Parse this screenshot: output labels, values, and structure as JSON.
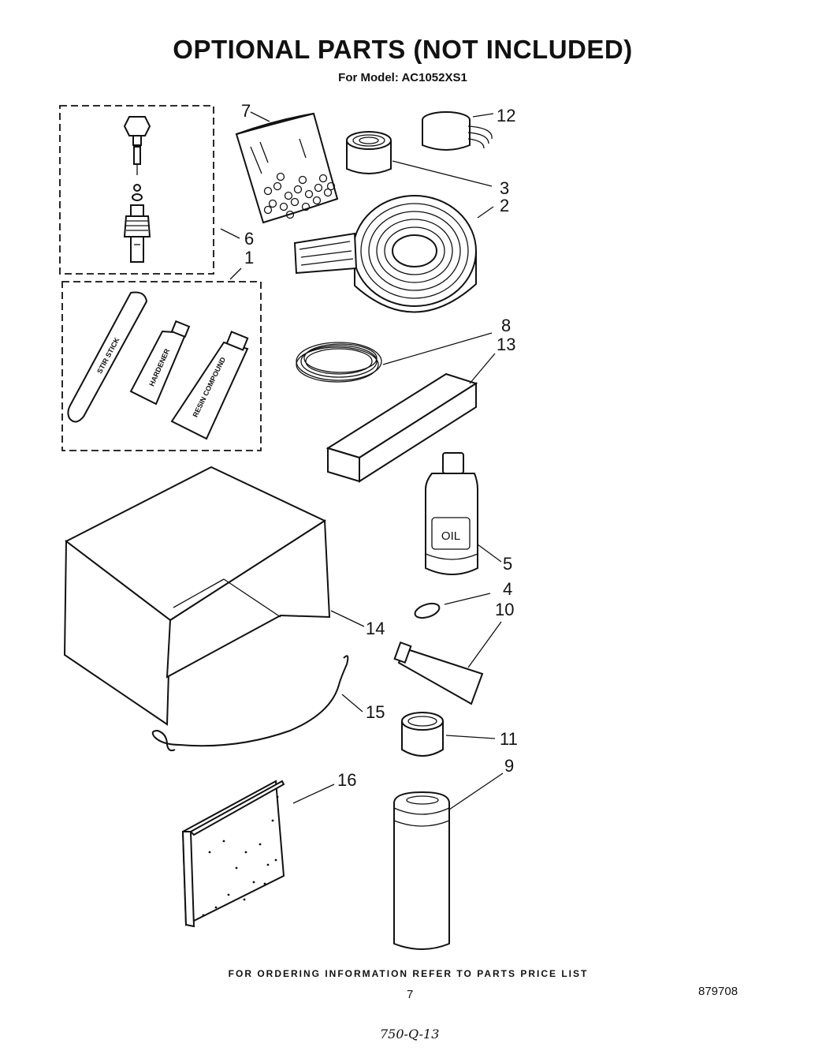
{
  "title": "OPTIONAL PARTS  (NOT INCLUDED)",
  "subtitle": "For Model: AC1052XS1",
  "footer": "FOR ORDERING INFORMATION REFER TO PARTS PRICE LIST",
  "page_number": "7",
  "document_number": "879708",
  "handwritten_note": "750-Q-13",
  "part_labels": {
    "stir_stick": "STIR STICK",
    "hardener": "HARDENER",
    "resin_compound": "RESIN COMPOUND",
    "oil": "OIL"
  },
  "callouts": {
    "c1": "1",
    "c2": "2",
    "c3": "3",
    "c4": "4",
    "c5": "5",
    "c6": "6",
    "c7": "7",
    "c8": "8",
    "c9": "9",
    "c10": "10",
    "c11": "11",
    "c12": "12",
    "c13": "13",
    "c14": "14",
    "c15": "15",
    "c16": "16"
  }
}
